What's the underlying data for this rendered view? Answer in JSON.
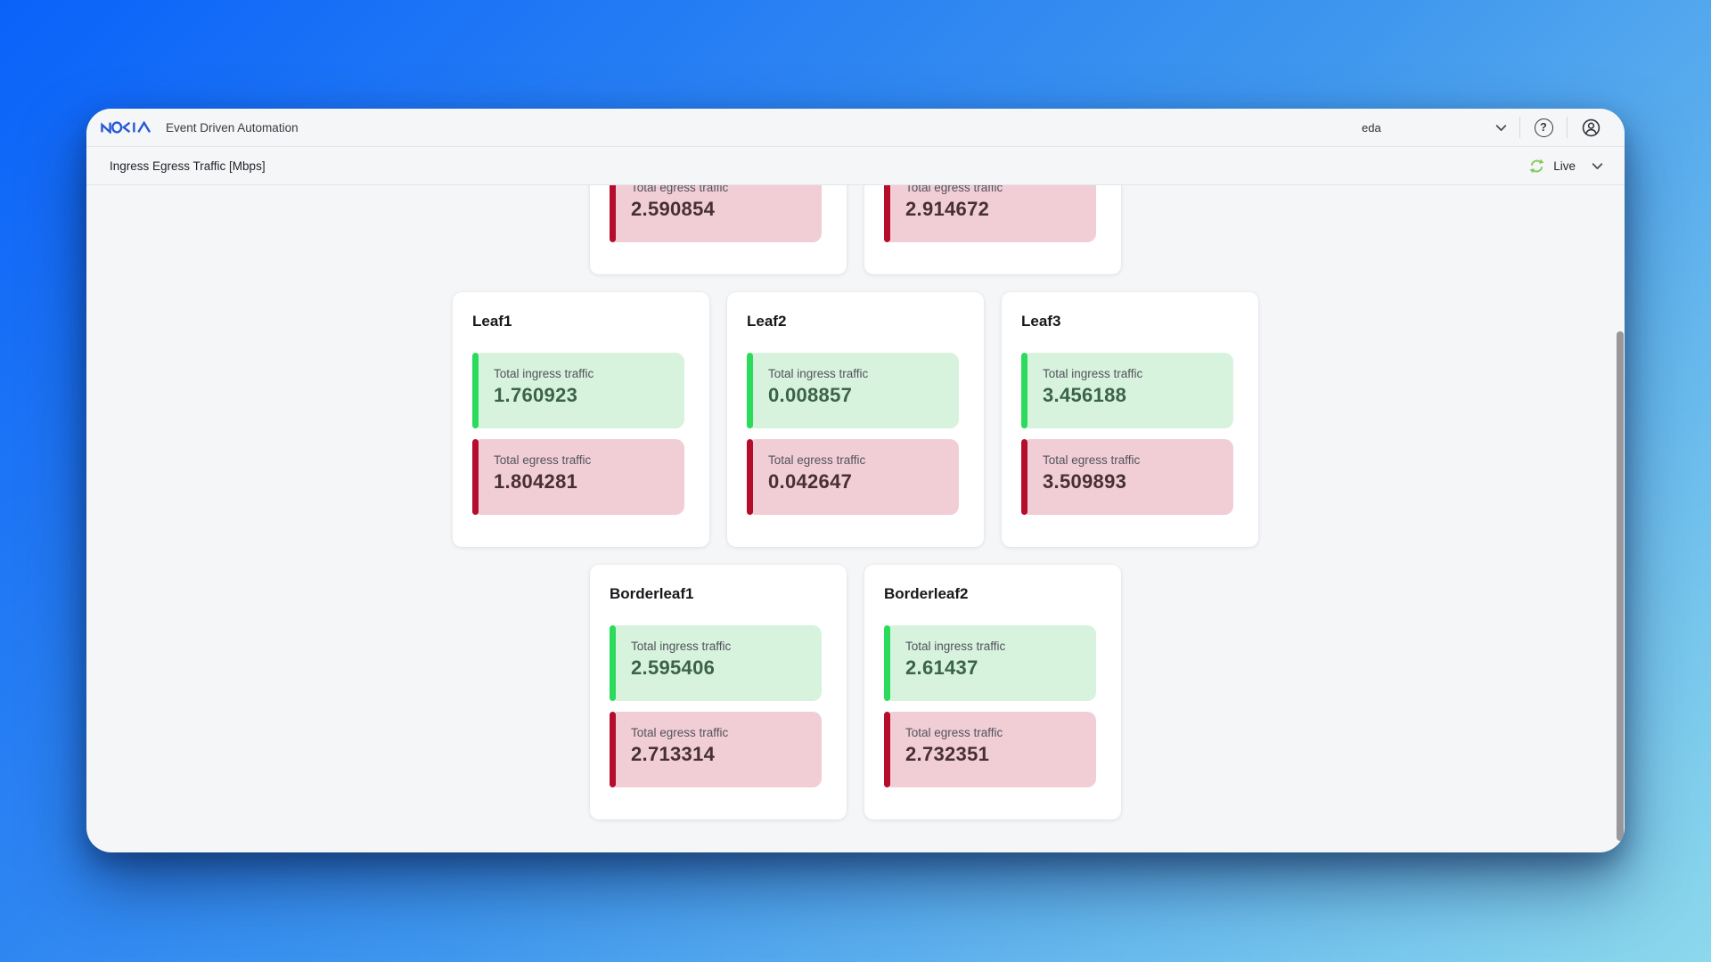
{
  "header": {
    "brand": "NOKIA",
    "app_title": "Event Driven Automation",
    "workspace": {
      "value": "eda"
    },
    "help_glyph": "?",
    "icons": {
      "help": "question-mark-circle",
      "account": "person-circle",
      "workspace_dropdown": "chevron-down"
    }
  },
  "toolbar": {
    "title": "Ingress Egress Traffic [Mbps]",
    "live_label": "Live",
    "icons": {
      "live": "refresh-circular-arrows",
      "live_dropdown": "chevron-down"
    }
  },
  "colors": {
    "brand_blue": "#2457d8",
    "ingress_accent": "#2bdb5c",
    "ingress_bg": "#d7f3dd",
    "ingress_value": "#3b6348",
    "egress_accent": "#b50d2c",
    "egress_bg": "#f1ced5",
    "egress_value": "#472f36",
    "live_green": "#84c95c"
  },
  "dashboard": {
    "rows": [
      {
        "note": "partially scrolled out of view",
        "cards": [
          {
            "metrics": [
              {
                "kind": "egress",
                "label": "Total egress traffic",
                "value": "2.590854"
              }
            ]
          },
          {
            "metrics": [
              {
                "kind": "egress",
                "label": "Total egress traffic",
                "value": "2.914672"
              }
            ]
          }
        ]
      },
      {
        "cards": [
          {
            "title": "Leaf1",
            "metrics": [
              {
                "kind": "ingress",
                "label": "Total ingress traffic",
                "value": "1.760923"
              },
              {
                "kind": "egress",
                "label": "Total egress traffic",
                "value": "1.804281"
              }
            ]
          },
          {
            "title": "Leaf2",
            "metrics": [
              {
                "kind": "ingress",
                "label": "Total ingress traffic",
                "value": "0.008857"
              },
              {
                "kind": "egress",
                "label": "Total egress traffic",
                "value": "0.042647"
              }
            ]
          },
          {
            "title": "Leaf3",
            "metrics": [
              {
                "kind": "ingress",
                "label": "Total ingress traffic",
                "value": "3.456188"
              },
              {
                "kind": "egress",
                "label": "Total egress traffic",
                "value": "3.509893"
              }
            ]
          }
        ]
      },
      {
        "cards": [
          {
            "title": "Borderleaf1",
            "metrics": [
              {
                "kind": "ingress",
                "label": "Total ingress traffic",
                "value": "2.595406"
              },
              {
                "kind": "egress",
                "label": "Total egress traffic",
                "value": "2.713314"
              }
            ]
          },
          {
            "title": "Borderleaf2",
            "metrics": [
              {
                "kind": "ingress",
                "label": "Total ingress traffic",
                "value": "2.61437"
              },
              {
                "kind": "egress",
                "label": "Total egress traffic",
                "value": "2.732351"
              }
            ]
          }
        ]
      }
    ]
  }
}
